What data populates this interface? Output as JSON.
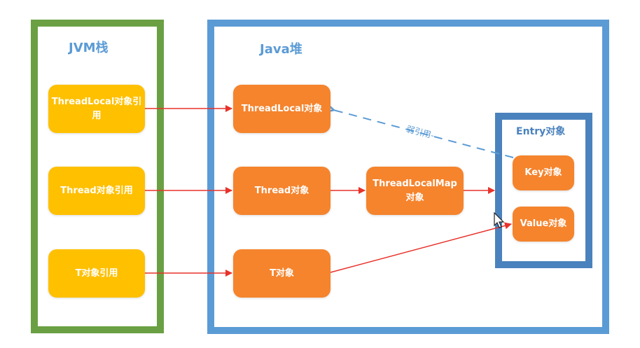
{
  "regions": {
    "jvm_stack": {
      "title": "JVM栈",
      "color": "#6aa043"
    },
    "java_heap": {
      "title": "Java堆",
      "color": "#5b9bd5"
    },
    "entry": {
      "title": "Entry对象",
      "color": "#4a82bd"
    }
  },
  "nodes": {
    "threadlocal_ref": "ThreadLocal对象引用",
    "thread_ref": "Thread对象引用",
    "t_ref": "T对象引用",
    "threadlocal_obj": "ThreadLocal对象",
    "thread_obj": "Thread对象",
    "t_obj": "T对象",
    "threadlocalmap_obj": "ThreadLocalMap对象",
    "key_obj": "Key对象",
    "value_obj": "Value对象"
  },
  "colors": {
    "stack_node": "#ffc000",
    "heap_node": "#f5842d",
    "strong_ref": "#e8322a",
    "weak_ref": "#5b9bd5"
  },
  "edges": [
    {
      "from": "ThreadLocal对象引用",
      "to": "ThreadLocal对象",
      "type": "strong"
    },
    {
      "from": "Thread对象引用",
      "to": "Thread对象",
      "type": "strong"
    },
    {
      "from": "T对象引用",
      "to": "T对象",
      "type": "strong"
    },
    {
      "from": "Thread对象",
      "to": "ThreadLocalMap对象",
      "type": "strong"
    },
    {
      "from": "ThreadLocalMap对象",
      "to": "Entry对象",
      "type": "strong"
    },
    {
      "from": "T对象",
      "to": "Value对象",
      "type": "strong"
    },
    {
      "from": "Key对象",
      "to": "ThreadLocal对象",
      "type": "weak",
      "label": "弱引用-"
    }
  ]
}
